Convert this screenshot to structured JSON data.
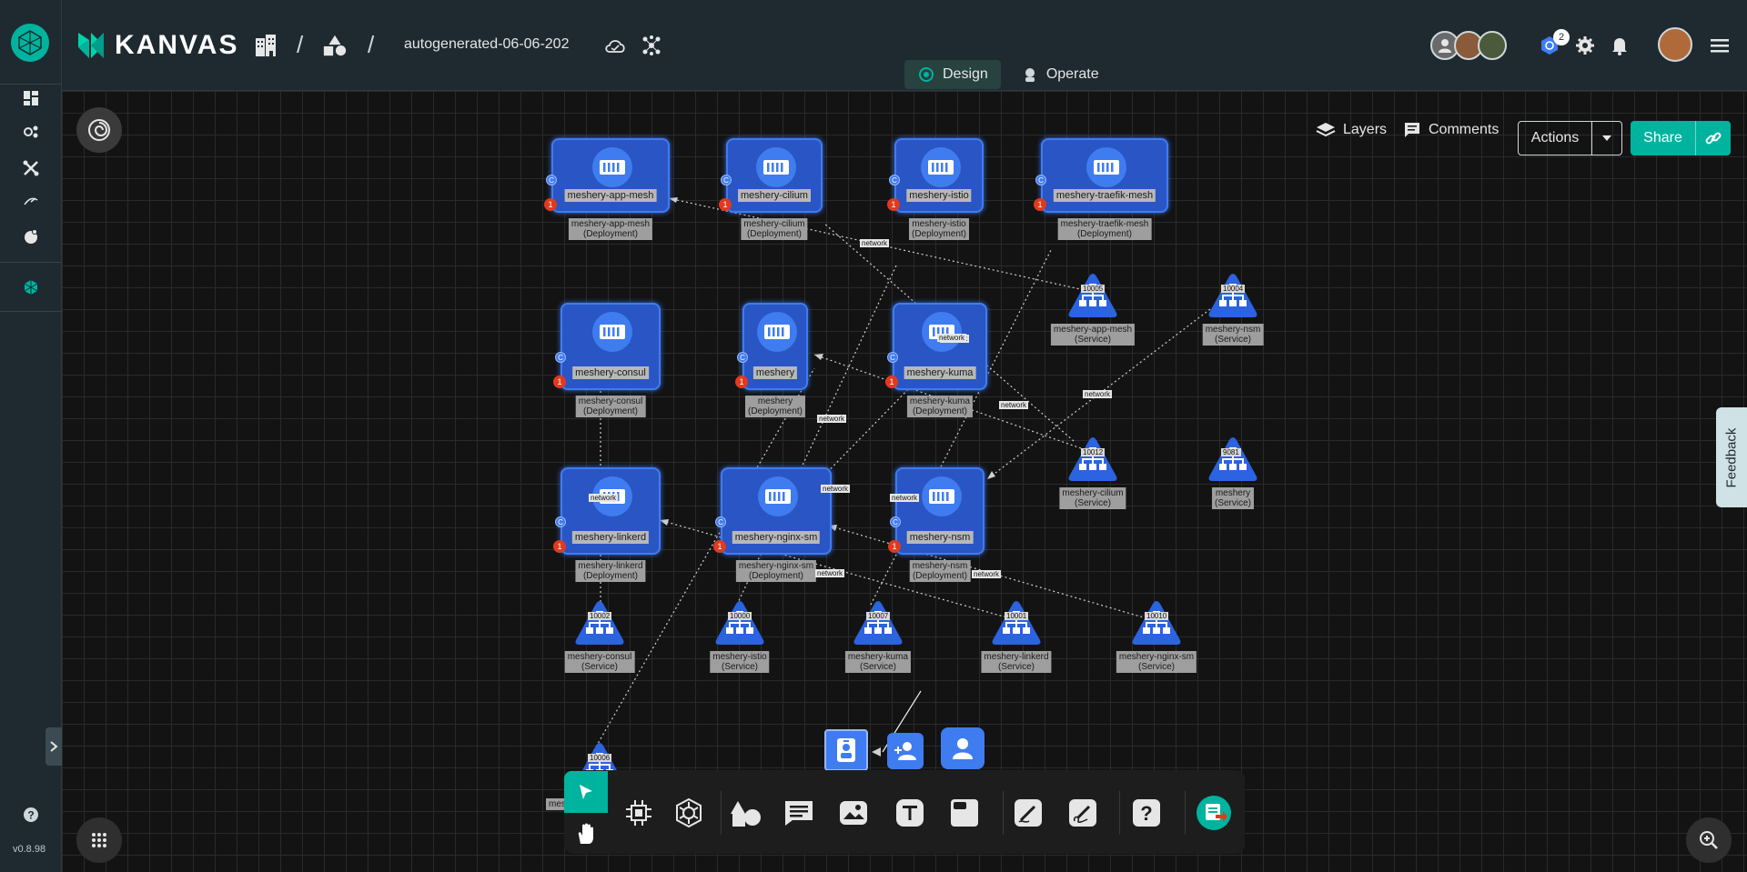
{
  "app": {
    "brand": "KANVAS",
    "version": "v0.8.98"
  },
  "header": {
    "design_name": "autogenerated-06-06-202",
    "modes": [
      {
        "label": "Design",
        "active": true
      },
      {
        "label": "Operate",
        "active": false
      }
    ],
    "notification_count": "2"
  },
  "canvas_tools": {
    "layers": "Layers",
    "comments": "Comments",
    "actions": "Actions",
    "share": "Share",
    "feedback": "Feedback"
  },
  "deployments": [
    {
      "id": "d1",
      "label": "meshery-app-mesh",
      "sub1": "meshery-app-mesh",
      "sub2": "(Deployment)"
    },
    {
      "id": "d2",
      "label": "meshery-cilium",
      "sub1": "meshery-cilium",
      "sub2": "(Deployment)"
    },
    {
      "id": "d3",
      "label": "meshery-istio",
      "sub1": "meshery-istio",
      "sub2": "(Deployment)"
    },
    {
      "id": "d4",
      "label": "meshery-traefik-mesh",
      "sub1": "meshery-traefik-mesh",
      "sub2": "(Deployment)"
    },
    {
      "id": "d5",
      "label": "meshery-consul",
      "sub1": "meshery-consul",
      "sub2": "(Deployment)"
    },
    {
      "id": "d6",
      "label": "meshery",
      "sub1": "meshery",
      "sub2": "(Deployment)"
    },
    {
      "id": "d7",
      "label": "meshery-kuma",
      "sub1": "meshery-kuma",
      "sub2": "(Deployment)"
    },
    {
      "id": "d8",
      "label": "meshery-linkerd",
      "sub1": "meshery-linkerd",
      "sub2": "(Deployment)"
    },
    {
      "id": "d9",
      "label": "meshery-nginx-sm",
      "sub1": "meshery-nginx-sm",
      "sub2": "(Deployment)"
    },
    {
      "id": "d10",
      "label": "meshery-nsm",
      "sub1": "meshery-nsm",
      "sub2": "(Deployment)"
    }
  ],
  "services": [
    {
      "id": "s1",
      "port": "10005",
      "name": "meshery-app-mesh",
      "kind": "(Service)"
    },
    {
      "id": "s2",
      "port": "10004",
      "name": "meshery-nsm",
      "kind": "(Service)"
    },
    {
      "id": "s3",
      "port": "10012",
      "name": "meshery-cilium",
      "kind": "(Service)"
    },
    {
      "id": "s4",
      "port": "9081",
      "name": "meshery",
      "kind": "(Service)"
    },
    {
      "id": "s5",
      "port": "10002",
      "name": "meshery-consul",
      "kind": "(Service)"
    },
    {
      "id": "s6",
      "port": "10000",
      "name": "meshery-istio",
      "kind": "(Service)"
    },
    {
      "id": "s7",
      "port": "10007",
      "name": "meshery-kuma",
      "kind": "(Service)"
    },
    {
      "id": "s8",
      "port": "10001",
      "name": "meshery-linkerd",
      "kind": "(Service)"
    },
    {
      "id": "s9",
      "port": "10010",
      "name": "meshery-nginx-sm",
      "kind": "(Service)"
    },
    {
      "id": "s10",
      "port": "10006",
      "name": "mes",
      "kind": ""
    }
  ],
  "edge_label": "network",
  "colors": {
    "accent": "#00b39f",
    "deployment": "#2a55c4",
    "service": "#3f7cf0",
    "error": "#e03a1e"
  },
  "toolbar": [
    {
      "name": "select-tool-icon"
    },
    {
      "name": "pan-tool-icon"
    },
    {
      "name": "component-icon"
    },
    {
      "name": "kubernetes-icon"
    },
    {
      "name": "shapes-icon"
    },
    {
      "name": "comment-icon"
    },
    {
      "name": "image-icon"
    },
    {
      "name": "text-icon"
    },
    {
      "name": "section-icon"
    },
    {
      "name": "pen-icon"
    },
    {
      "name": "signature-icon"
    },
    {
      "name": "help-icon"
    },
    {
      "name": "export-icon"
    }
  ]
}
